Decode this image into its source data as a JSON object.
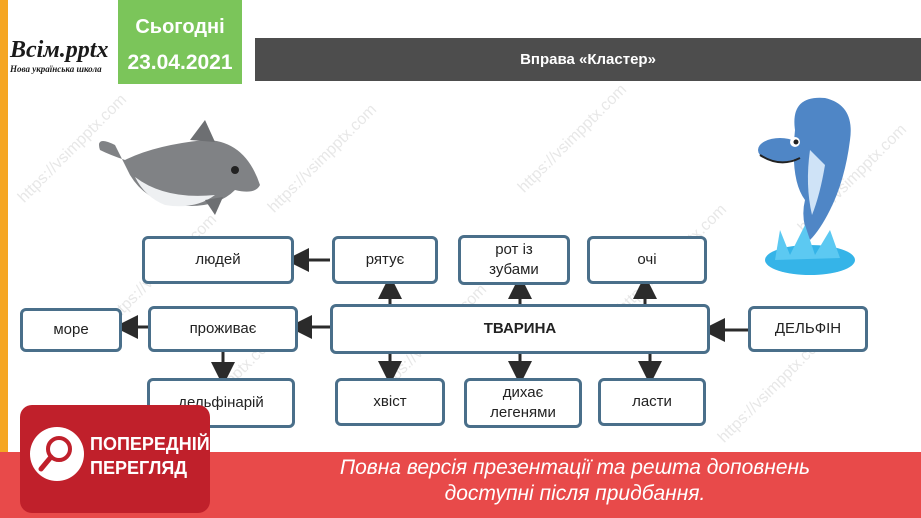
{
  "logo": {
    "main": "Всім.pptx",
    "sub": "Нова українська школа"
  },
  "date": {
    "label": "Сьогодні",
    "value": "23.04.2021"
  },
  "title": "Вправа «Кластер»",
  "nodes": {
    "center": "ТВАРИНА",
    "dolphin": "ДЕЛЬФІН",
    "lives": "проживає",
    "sea": "море",
    "dolphinarium": "дельфінарій",
    "saves": "рятує",
    "people": "людей",
    "mouth": "рот із\nзубами",
    "eyes": "очі",
    "tail": "хвіст",
    "breathes": "дихає\nлегенями",
    "flippers": "ласти"
  },
  "watermark": "https://vsimpptx.com",
  "preview_badge": {
    "line1": "ПОПЕРЕДНІЙ",
    "line2": "ПЕРЕГЛЯД"
  },
  "banner": {
    "line1": "Повна версія презентації та решта доповнень",
    "line2": "доступні після придбання."
  }
}
